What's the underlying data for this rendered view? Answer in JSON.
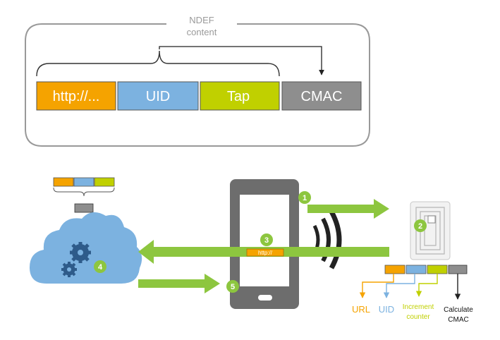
{
  "ndef_panel": {
    "title_line1": "NDEF",
    "title_line2": "content",
    "blocks": [
      {
        "label": "http://...",
        "fill": "#f5a300"
      },
      {
        "label": "UID",
        "fill": "#7cb2e0"
      },
      {
        "label": "Tap",
        "fill": "#c0d000"
      },
      {
        "label": "CMAC",
        "fill": "#8e8e8e"
      }
    ]
  },
  "steps": [
    "1",
    "2",
    "3",
    "4",
    "5"
  ],
  "phone_url_label": "http://",
  "tag_outputs": {
    "url": "URL",
    "uid": "UID",
    "increment_line1": "Increment",
    "increment_line2": "counter",
    "calc_line1": "Calculate",
    "calc_line2": "CMAC"
  },
  "colors": {
    "green": "#8dc63f",
    "orange": "#f5a300",
    "blue": "#7cb2e0",
    "lime": "#c0d000",
    "gray": "#8e8e8e",
    "phone": "#6d6d6d",
    "cloud": "#7cb2e0",
    "gear": "#2e5b8a"
  }
}
